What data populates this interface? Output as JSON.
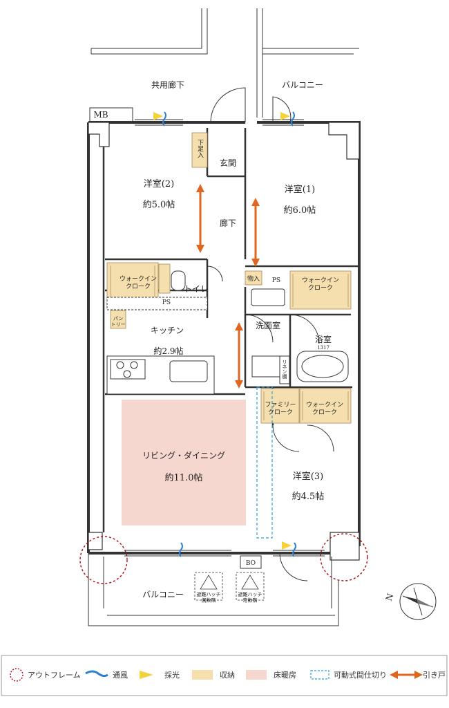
{
  "labels": {
    "common_corridor": "共用廊下",
    "balcony_top": "バルコニー",
    "mb": "MB",
    "shoe_storage": "下足入",
    "entrance": "玄関",
    "bedroom2_name": "洋室(2)",
    "bedroom2_size": "約5.0帖",
    "bedroom1_name": "洋室(1)",
    "bedroom1_size": "約6.0帖",
    "hallway": "廊下",
    "wic1": "ウォークイン\nクローク",
    "wic2": "ウォークイン\nクローク",
    "wic3": "ウォークイン\nクローク",
    "storage": "物入",
    "ps1": "PS",
    "ps2": "PS",
    "toilet": "トイレ",
    "kitchen": "キッチン",
    "kitchen_size": "約2.9帖",
    "pantry": "パン\nトリー",
    "washroom": "洗面室",
    "bath": "浴室",
    "bath_size": "1317",
    "linen": "リネン棚",
    "family_closet": "ファミリー\nクローク",
    "living_name": "リビング・ダイニング",
    "living_size": "約11.0帖",
    "bedroom3_name": "洋室(3)",
    "bedroom3_size": "約4.5帖",
    "bo": "BO",
    "balcony_bottom": "バルコニー",
    "hatch_even": "避難ハッチ\n偶数階",
    "hatch_odd": "避難ハッチ\n奇数階",
    "compass_n": "N"
  },
  "legend": [
    {
      "symbol": "dotted-circle",
      "label": "アウトフレーム",
      "color": "#b01818"
    },
    {
      "symbol": "wave",
      "label": "通風",
      "color": "#2a7fd4"
    },
    {
      "symbol": "wedge",
      "label": "採光",
      "color": "#f3d23c"
    },
    {
      "symbol": "swatch",
      "label": "収納",
      "color": "#f5dfae"
    },
    {
      "symbol": "swatch",
      "label": "床暖房",
      "color": "#f6d7cf"
    },
    {
      "symbol": "dashed-box",
      "label": "可動式間仕切り",
      "color": "#2a9fd8"
    },
    {
      "symbol": "double-arrow",
      "label": "引き戸",
      "color": "#e0651e"
    }
  ],
  "colors": {
    "wall": "#333333",
    "storage": "#f5dfae",
    "floor_heating": "#f6d7cf",
    "sliding_arrow": "#e0651e",
    "vent": "#2a7fd4",
    "light": "#f3d23c",
    "partition": "#2a9fd8",
    "outframe": "#b01818"
  }
}
